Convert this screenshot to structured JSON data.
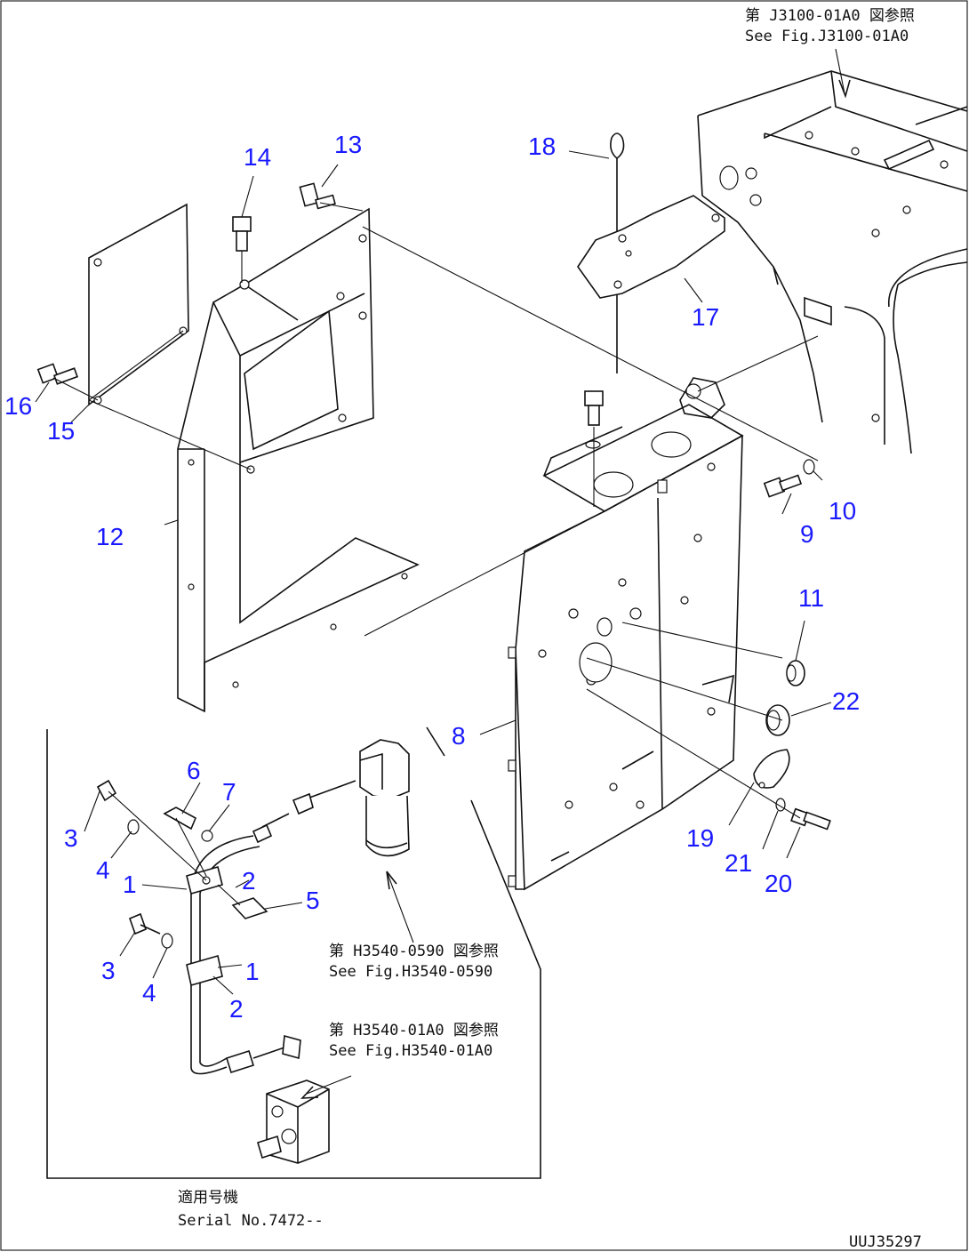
{
  "callouts": {
    "c1a": "1",
    "c1b": "1",
    "c2a": "2",
    "c2b": "2",
    "c3a": "3",
    "c3b": "3",
    "c4a": "4",
    "c4b": "4",
    "c5": "5",
    "c6": "6",
    "c7": "7",
    "c8": "8",
    "c9": "9",
    "c10": "10",
    "c11": "11",
    "c12": "12",
    "c13": "13",
    "c14": "14",
    "c15": "15",
    "c16": "16",
    "c17": "17",
    "c18": "18",
    "c19": "19",
    "c20": "20",
    "c21": "21",
    "c22": "22"
  },
  "references": {
    "top_jp": "第 J3100-01A0 図参照",
    "top_en": "See Fig.J3100-01A0",
    "filter_jp": "第 H3540-0590 図参照",
    "filter_en": "See Fig.H3540-0590",
    "valve_jp": "第 H3540-01A0 図参照",
    "valve_en": "See Fig.H3540-01A0"
  },
  "inset": {
    "jp": "適用号機",
    "serial": "Serial No.7472--"
  },
  "drawing_id": "UUJ35297",
  "colors": {
    "callout": "#1a1aff",
    "line": "#111111"
  }
}
